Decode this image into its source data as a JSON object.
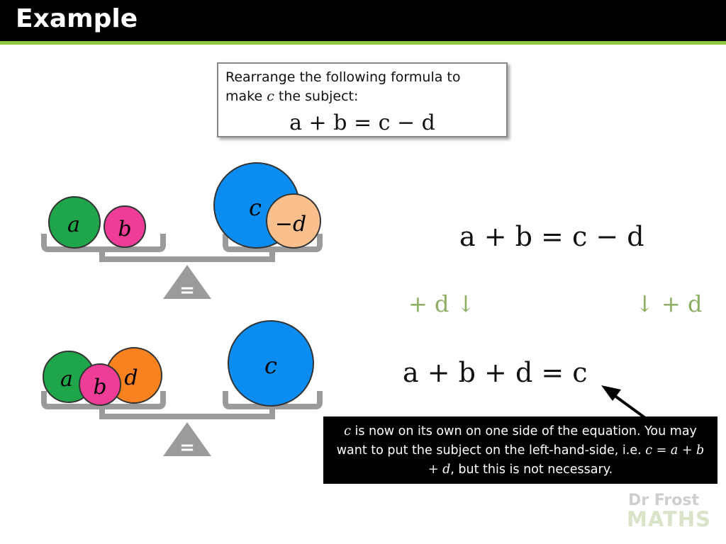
{
  "header": {
    "title": "Example"
  },
  "question": {
    "line1": "Rearrange the following formula to",
    "line2_prefix": "make ",
    "line2_var": "c",
    "line2_suffix": " the subject:",
    "equation": "a + b = c − d"
  },
  "scale_top": {
    "left_balls": [
      "a",
      "b"
    ],
    "right_balls": [
      "c",
      "−d"
    ]
  },
  "scale_bottom": {
    "left_balls": [
      "a",
      "b",
      "d"
    ],
    "right_balls": [
      "c"
    ]
  },
  "fulcrum_symbol": "=",
  "equation_start": "a + b = c − d",
  "step_left": "+ d ↓",
  "step_right": "↓ + d",
  "equation_result": "a + b + d = c",
  "note": {
    "var": "c",
    "text1": " is now on its own on one side of the equation. You may want to put the subject on the left-hand-side, i.e. ",
    "eq": "c = a + b + d",
    "text2": ", but this is not necessary."
  },
  "logo": {
    "line1": "Dr Frost",
    "line2": "MATHS"
  },
  "colors": {
    "header_bg": "#000000",
    "accent": "#8dc63f",
    "ball_a": "#1fa64a",
    "ball_b": "#ee3d96",
    "ball_c": "#0a8cf0",
    "ball_neg_d": "#f9c08e",
    "ball_d": "#f7821f",
    "scale_grey": "#9b9b9b",
    "step_green": "#8cae62"
  }
}
